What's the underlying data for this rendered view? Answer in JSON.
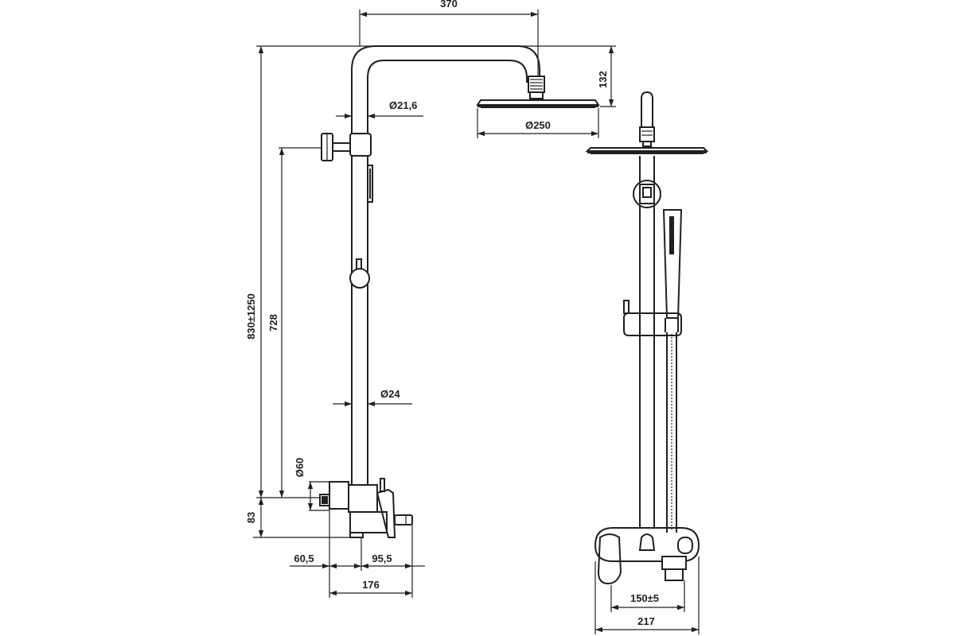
{
  "dimensions": {
    "top_width": "370",
    "head_height": "132",
    "pipe_upper_diameter": "Ø21,6",
    "head_diameter": "Ø250",
    "pipe_lower_diameter": "Ø24",
    "total_height": "830±1250",
    "height_728": "728",
    "mixer_diameter": "Ø60",
    "height_83": "83",
    "depth_605": "60,5",
    "depth_955": "95,5",
    "depth_176": "176",
    "center_distance": "150±5",
    "mixer_width": "217"
  }
}
